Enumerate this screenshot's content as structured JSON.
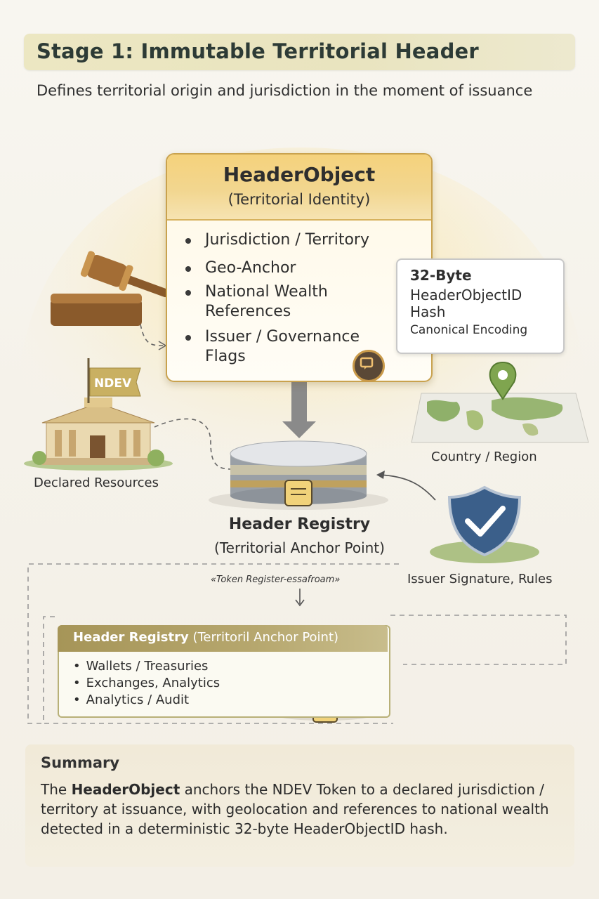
{
  "title": "Stage 1: Immutable Territorial Header",
  "subtitle": "Defines territorial origin and jurisdiction in the moment of issuance",
  "header_object": {
    "title": "HeaderObject",
    "subtitle": "(Territorial Identity)",
    "bullets": [
      "Jurisdiction / Territory",
      "Geo-Anchor",
      "National Wealth References",
      "Issuer / Governance Flags"
    ]
  },
  "hash_callout": {
    "line1": "32-Byte",
    "line2": "HeaderObjectID",
    "line3": "Hash",
    "line4": "Canonical Encoding"
  },
  "labels": {
    "flag": "NDEV",
    "declared_resources": "Declared Resources",
    "country_region": "Country / Region",
    "issuer_signature": "Issuer Signature, Rules",
    "registry_title": "Header Registry",
    "registry_subtitle": "(Territorial Anchor Point)",
    "token_register": "«Token Register-essafroam»"
  },
  "registry_box": {
    "title_bold": "Header Registry",
    "title_rest": " (Territoril Anchor Point)",
    "items": [
      "Wallets / Treasuries",
      "Exchanges, Analytics",
      "Analytics / Audit"
    ]
  },
  "summary": {
    "heading": "Summary",
    "bold_lead": "HeaderObject",
    "pre": "The ",
    "text": " anchors the NDEV Token to a declared jurisdiction / territory at issuance, with geolocation and references to national wealth detected in a deterministic 32-byte HeaderObjectID hash."
  },
  "icons": [
    "gavel-icon",
    "bank-building-icon",
    "flag-icon",
    "database-icon",
    "document-icon",
    "world-map-icon",
    "location-pin-icon",
    "shield-check-icon",
    "arrow-down-icon",
    "chat-badge-icon"
  ],
  "colors": {
    "title_bg": "#ece7c2",
    "card_header": "#f5d27c",
    "card_border": "#c9a24e",
    "registry_box_header": "#a69558",
    "shield": "#3b5f8a",
    "summary_bg": "#f1ead8"
  }
}
